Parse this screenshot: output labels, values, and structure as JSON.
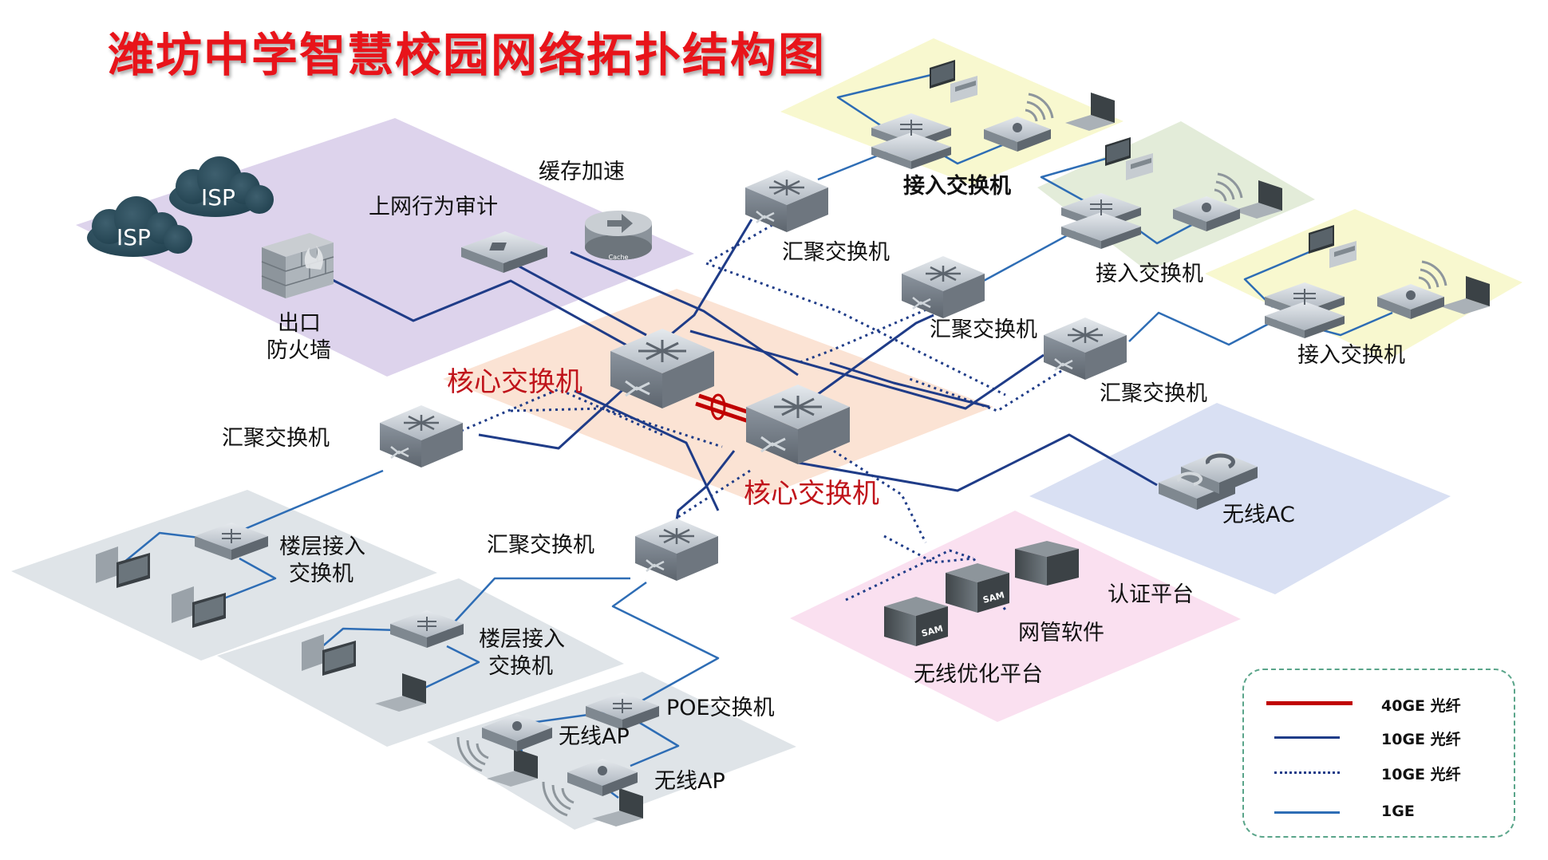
{
  "title": "潍坊中学智慧校园网络拓扑结构图",
  "labels": {
    "isp": "ISP",
    "firewall_line1": "出口",
    "firewall_line2": "防火墙",
    "audit": "上网行为审计",
    "cache": "缓存加速",
    "cache_device_text": "Cache",
    "core": "核心交换机",
    "aggregation": "汇聚交换机",
    "access": "接入交换机",
    "floor_access_line1": "楼层接入",
    "floor_access_line2": "交换机",
    "poe": "POE交换机",
    "wireless_ap": "无线AP",
    "wireless_ac": "无线AC",
    "auth": "认证平台",
    "nms": "网管软件",
    "wireless_opt": "无线优化平台",
    "server_brand": "SAM"
  },
  "legend": [
    {
      "label": "40GE 光纤",
      "color": "#c00000",
      "style": "thick"
    },
    {
      "label": "10GE 光纤",
      "color": "#1f3c88",
      "style": "solid"
    },
    {
      "label": "10GE 光纤",
      "color": "#1f3c88",
      "style": "dotted"
    },
    {
      "label": "1GE",
      "color": "#2e6db5",
      "style": "solid"
    }
  ],
  "colors": {
    "title": "#e8141a",
    "core_label": "#c0141b",
    "zone_internet": "#ddd3ec",
    "zone_core": "#fbe3d4",
    "zone_access_yellow": "#f8f8cf",
    "zone_access_green": "#e3ecd9",
    "zone_floor": "#dfe4e8",
    "zone_wireless_ac": "#d9e0f3",
    "zone_servers": "#fae0f0",
    "link_10ge": "#1f3c88",
    "link_1ge": "#2e6db5",
    "link_40ge": "#c00000"
  },
  "icons": [
    "cloud-icon",
    "firewall-icon",
    "audit-device-icon",
    "cache-icon",
    "core-switch-icon",
    "aggregation-switch-icon",
    "access-switch-icon",
    "desktop-pc-icon",
    "laptop-icon",
    "wireless-ap-icon",
    "wireless-ac-icon",
    "server-icon"
  ]
}
